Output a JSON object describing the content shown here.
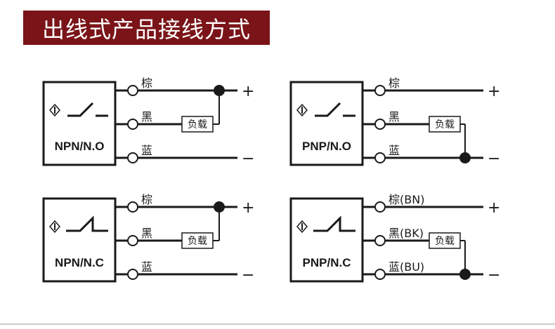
{
  "title": "出线式产品接线方式",
  "diagrams": [
    {
      "id": "npn-no",
      "model": "NPN/N.O",
      "wires": [
        "棕",
        "黑",
        "蓝"
      ],
      "load": "负载",
      "plus": "+",
      "minus": "−"
    },
    {
      "id": "pnp-no",
      "model": "PNP/N.O",
      "wires": [
        "棕",
        "黑",
        "蓝"
      ],
      "load": "负载",
      "plus": "+",
      "minus": "−"
    },
    {
      "id": "npn-nc",
      "model": "NPN/N.C",
      "wires": [
        "棕",
        "黑",
        "蓝"
      ],
      "load": "负载",
      "plus": "+",
      "minus": "−"
    },
    {
      "id": "pnp-nc",
      "model": "PNP/N.C",
      "wires": [
        "棕(BN)",
        "黑(BK)",
        "蓝(BU)"
      ],
      "load": "负载",
      "plus": "+",
      "minus": "−"
    }
  ],
  "colors": {
    "banner": "#7a1418",
    "line": "#1a1a1a"
  }
}
